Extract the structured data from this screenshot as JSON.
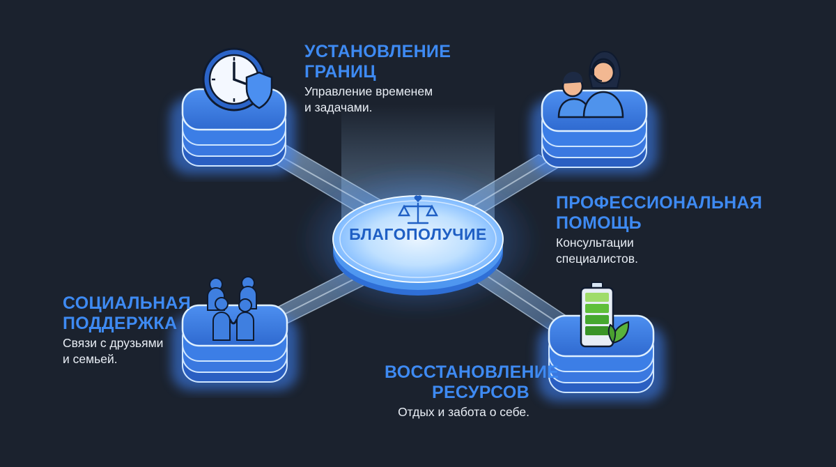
{
  "center": {
    "label": "БЛАГОПОЛУЧИЕ",
    "icon": "balance-scale-heart-icon"
  },
  "nodes": {
    "boundaries": {
      "title_line1": "УСТАНОВЛЕНИЕ",
      "title_line2": "ГРАНИЦ",
      "desc_line1": "Управление временем",
      "desc_line2": "и задачами.",
      "icon": "clock-shield-icon"
    },
    "professional": {
      "title_line1": "ПРОФЕССИОНАЛЬНАЯ",
      "title_line2": "ПОМОЩЬ",
      "desc_line1": "Консультации",
      "desc_line2": "специалистов.",
      "icon": "consultant-headset-icon"
    },
    "social": {
      "title_line1": "СОЦИАЛЬНАЯ",
      "title_line2": "ПОДДЕРЖКА",
      "desc_line1": "Связи с друзьями",
      "desc_line2": "и семьей.",
      "icon": "people-group-icon"
    },
    "recovery": {
      "title_line1": "ВОССТАНОВЛЕНИЕ",
      "title_line2": "РЕСУРСОВ",
      "desc_line1": "Отдых и забота о себе.",
      "icon": "battery-leaf-icon"
    }
  },
  "colors": {
    "background": "#1b222e",
    "title": "#3e8af2",
    "text": "#e9eef5",
    "platform": "#3f7fe6",
    "glow": "#5aa9ff"
  }
}
